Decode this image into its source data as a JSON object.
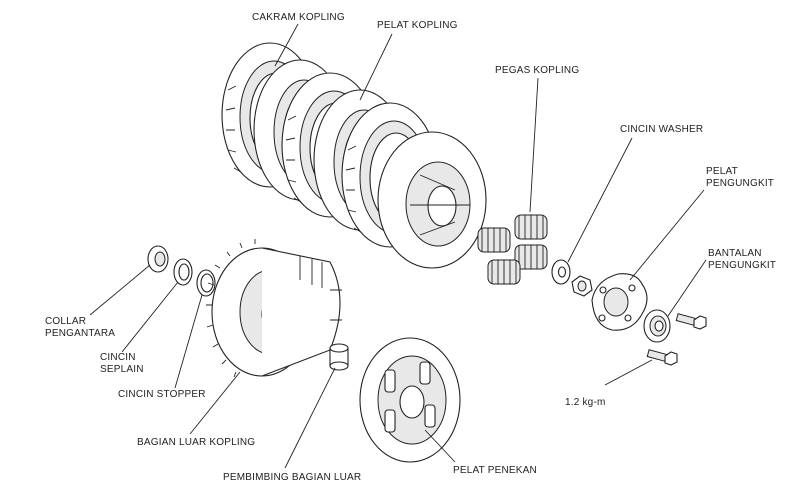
{
  "labels": {
    "cakram_kopling": "CAKRAM KOPLING",
    "pelat_kopling": "PELAT KOPLING",
    "pegas_kopling": "PEGAS KOPLING",
    "cincin_washer": "CINCIN WASHER",
    "pelat_pengungkit": [
      "PELAT",
      "PENGUNGKIT"
    ],
    "bantalan_pengungkit": [
      "BANTALAN",
      "PENGUNGKIT"
    ],
    "torque": "1.2 kg-m",
    "collar_pengantara": [
      "COLLAR",
      "PENGANTARA"
    ],
    "cincin_seplain": [
      "CINCIN",
      "SEPLAIN"
    ],
    "cincin_stopper": "CINCIN STOPPER",
    "bagian_luar_kopling": "BAGIAN LUAR KOPLING",
    "pembimbing_bagian_luar": "PEMBIMBING BAGIAN LUAR",
    "pelat_penekan": "PELAT PENEKAN"
  },
  "colors": {
    "ink": "#222222",
    "background": "#ffffff"
  }
}
